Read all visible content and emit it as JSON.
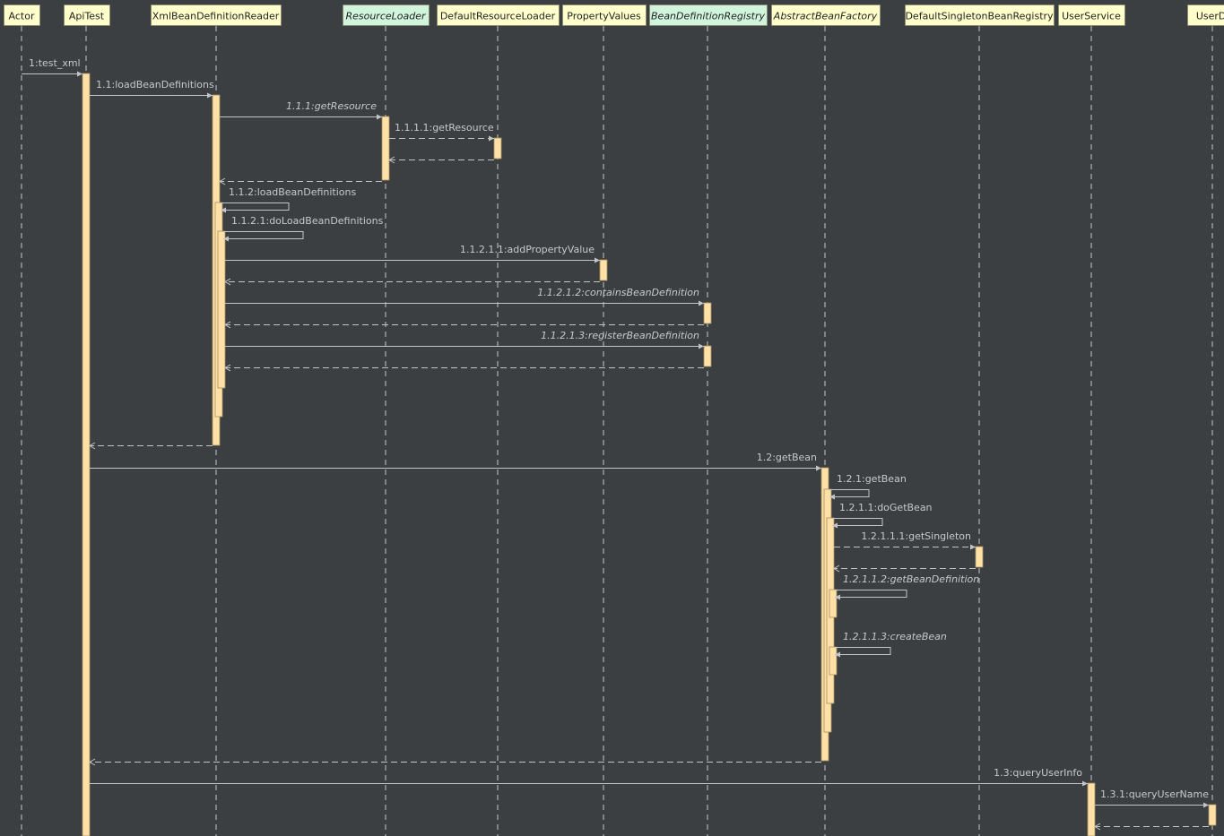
{
  "colors": {
    "background": "#3b3f42",
    "class_header": "#ffffcc",
    "interface_header": "#d0f5dc",
    "activation": "#ffe0a6",
    "line": "#c4c4c4",
    "text": "#c8c8c8"
  },
  "participants": [
    {
      "id": "actor",
      "label": "Actor",
      "kind": "class"
    },
    {
      "id": "apitest",
      "label": "ApiTest",
      "kind": "class"
    },
    {
      "id": "xmlreader",
      "label": "XmlBeanDefinitionReader",
      "kind": "class"
    },
    {
      "id": "resourceloader",
      "label": "ResourceLoader",
      "kind": "interface"
    },
    {
      "id": "defaultresourceloader",
      "label": "DefaultResourceLoader",
      "kind": "class"
    },
    {
      "id": "propertyvalues",
      "label": "PropertyValues",
      "kind": "class"
    },
    {
      "id": "beandefregistry",
      "label": "BeanDefinitionRegistry",
      "kind": "interface"
    },
    {
      "id": "abstractbeanfactory",
      "label": "AbstractBeanFactory",
      "kind": "abstract"
    },
    {
      "id": "singletonregistry",
      "label": "DefaultSingletonBeanRegistry",
      "kind": "class"
    },
    {
      "id": "userservice",
      "label": "UserService",
      "kind": "class"
    },
    {
      "id": "userdao",
      "label": "UserDa",
      "kind": "class"
    }
  ],
  "messages": [
    {
      "id": "m1",
      "label": "1:test_xml",
      "from": "actor",
      "to": "apitest",
      "kind": "call",
      "italic": false
    },
    {
      "id": "m1_1",
      "label": "1.1:loadBeanDefinitions",
      "from": "apitest",
      "to": "xmlreader",
      "kind": "call",
      "italic": false
    },
    {
      "id": "m1_1_1",
      "label": "1.1.1:getResource",
      "from": "xmlreader",
      "to": "resourceloader",
      "kind": "call",
      "italic": true
    },
    {
      "id": "m1_1_1_1",
      "label": "1.1.1.1:getResource",
      "from": "resourceloader",
      "to": "defaultresourceloader",
      "kind": "dashed-call",
      "italic": false
    },
    {
      "id": "r1_1_1_1",
      "label": "",
      "from": "defaultresourceloader",
      "to": "resourceloader",
      "kind": "return",
      "italic": false
    },
    {
      "id": "r1_1_1",
      "label": "",
      "from": "resourceloader",
      "to": "xmlreader",
      "kind": "return",
      "italic": false
    },
    {
      "id": "m1_1_2",
      "label": "1.1.2:loadBeanDefinitions",
      "from": "xmlreader",
      "to": "xmlreader",
      "kind": "self",
      "italic": false
    },
    {
      "id": "m1_1_2_1",
      "label": "1.1.2.1:doLoadBeanDefinitions",
      "from": "xmlreader",
      "to": "xmlreader",
      "kind": "self",
      "italic": false
    },
    {
      "id": "m1_1_2_1_1",
      "label": "1.1.2.1.1:addPropertyValue",
      "from": "xmlreader",
      "to": "propertyvalues",
      "kind": "call",
      "italic": false
    },
    {
      "id": "r1_1_2_1_1",
      "label": "",
      "from": "propertyvalues",
      "to": "xmlreader",
      "kind": "return",
      "italic": false
    },
    {
      "id": "m1_1_2_1_2",
      "label": "1.1.2.1.2:containsBeanDefinition",
      "from": "xmlreader",
      "to": "beandefregistry",
      "kind": "call",
      "italic": true
    },
    {
      "id": "r1_1_2_1_2",
      "label": "",
      "from": "beandefregistry",
      "to": "xmlreader",
      "kind": "return",
      "italic": false
    },
    {
      "id": "m1_1_2_1_3",
      "label": "1.1.2.1.3:registerBeanDefinition",
      "from": "xmlreader",
      "to": "beandefregistry",
      "kind": "call",
      "italic": true
    },
    {
      "id": "r1_1_2_1_3",
      "label": "",
      "from": "beandefregistry",
      "to": "xmlreader",
      "kind": "return",
      "italic": false
    },
    {
      "id": "r1_1",
      "label": "",
      "from": "xmlreader",
      "to": "apitest",
      "kind": "return",
      "italic": false
    },
    {
      "id": "m1_2",
      "label": "1.2:getBean",
      "from": "apitest",
      "to": "abstractbeanfactory",
      "kind": "call",
      "italic": false
    },
    {
      "id": "m1_2_1",
      "label": "1.2.1:getBean",
      "from": "abstractbeanfactory",
      "to": "abstractbeanfactory",
      "kind": "self",
      "italic": false
    },
    {
      "id": "m1_2_1_1",
      "label": "1.2.1.1:doGetBean",
      "from": "abstractbeanfactory",
      "to": "abstractbeanfactory",
      "kind": "self",
      "italic": false
    },
    {
      "id": "m1_2_1_1_1",
      "label": "1.2.1.1.1:getSingleton",
      "from": "abstractbeanfactory",
      "to": "singletonregistry",
      "kind": "dashed-call",
      "italic": false
    },
    {
      "id": "r1_2_1_1_1",
      "label": "",
      "from": "singletonregistry",
      "to": "abstractbeanfactory",
      "kind": "return",
      "italic": false
    },
    {
      "id": "m1_2_1_1_2",
      "label": "1.2.1.1.2:getBeanDefinition",
      "from": "abstractbeanfactory",
      "to": "abstractbeanfactory",
      "kind": "self",
      "italic": true
    },
    {
      "id": "m1_2_1_1_3",
      "label": "1.2.1.1.3:createBean",
      "from": "abstractbeanfactory",
      "to": "abstractbeanfactory",
      "kind": "self",
      "italic": true
    },
    {
      "id": "r1_2",
      "label": "",
      "from": "abstractbeanfactory",
      "to": "apitest",
      "kind": "return",
      "italic": false
    },
    {
      "id": "m1_3",
      "label": "1.3:queryUserInfo",
      "from": "apitest",
      "to": "userservice",
      "kind": "call",
      "italic": false
    },
    {
      "id": "m1_3_1",
      "label": "1.3.1:queryUserName",
      "from": "userservice",
      "to": "userdao",
      "kind": "call",
      "italic": false
    },
    {
      "id": "r1_3_1",
      "label": "",
      "from": "userdao",
      "to": "userservice",
      "kind": "return",
      "italic": false
    }
  ]
}
